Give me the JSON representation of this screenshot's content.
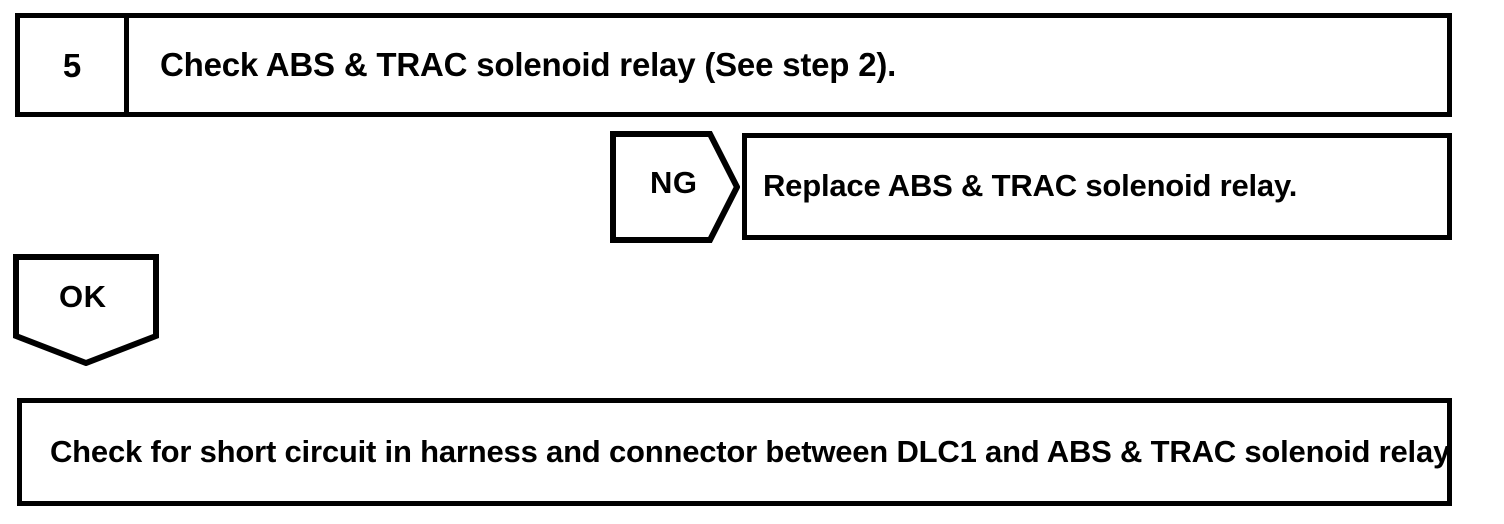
{
  "diagram": {
    "type": "troubleshooting-flowchart",
    "stroke_color": "#000000",
    "background_color": "#ffffff",
    "step": {
      "number": "5",
      "instruction": "Check ABS & TRAC solenoid relay (See step 2)."
    },
    "branches": [
      {
        "label": "NG",
        "shape": "right-pointing-pentagon",
        "result": "Replace ABS & TRAC solenoid relay."
      },
      {
        "label": "OK",
        "shape": "down-pointing-pentagon",
        "result": "Check for short circuit in harness and connector between DLC1 and ABS & TRAC solenoid relay"
      }
    ],
    "next_step_text": "Check for short circuit in harness and connector between DLC1 and ABS & TRAC solenoid relay"
  }
}
